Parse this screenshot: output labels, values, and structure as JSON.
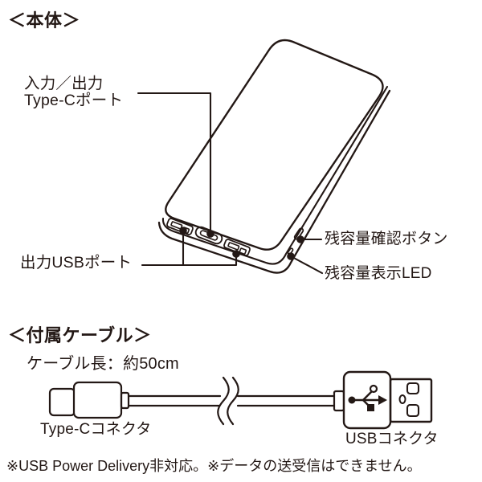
{
  "colors": {
    "background": "#ffffff",
    "ink": "#231815"
  },
  "main_unit_section": {
    "heading": "＜本体＞",
    "labels": {
      "typec_port_line1": "入力／出力",
      "typec_port_line2": "Type-Cポート",
      "usb_output_ports": "出力USBポート",
      "battery_check_button": "残容量確認ボタン",
      "battery_level_led": "残容量表示LED"
    },
    "icons": {
      "powerbank": "powerbank-illustration",
      "typec_port": "typec-port-icon",
      "usb_port": "usb-port-icon",
      "button": "battery-check-button-icon",
      "led": "battery-led-icon"
    }
  },
  "cable_section": {
    "heading": "＜付属ケーブル＞",
    "cable_length": "ケーブル長：約50cm",
    "labels": {
      "typec_connector": "Type-Cコネクタ",
      "usb_connector": "USBコネクタ"
    },
    "icons": {
      "typec_connector": "typec-connector-icon",
      "usb_connector": "usb-a-connector-icon",
      "usb_symbol": "usb-trident-icon",
      "cable_break": "cable-break-icon"
    }
  },
  "footnote": "※USB Power Delivery非対応。※データの送受信はできません。"
}
